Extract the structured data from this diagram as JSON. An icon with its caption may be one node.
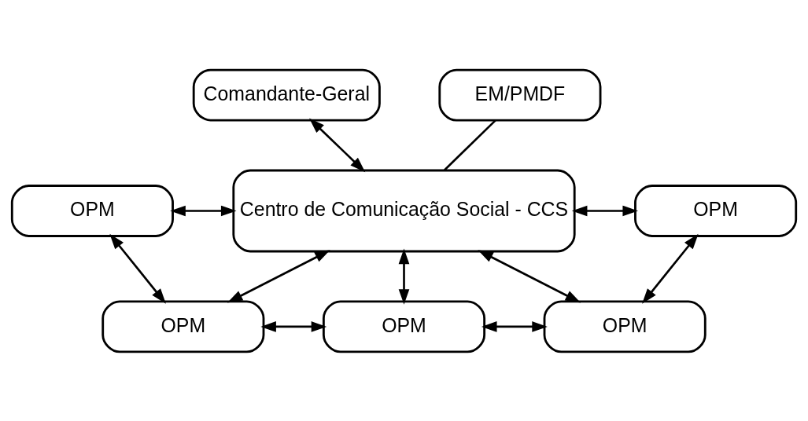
{
  "diagram": {
    "nodes": [
      {
        "text": [
          "Comandante-Geral"
        ]
      },
      {
        "text": [
          "EM/PMDF"
        ]
      },
      {
        "text": [
          "OPM"
        ]
      },
      {
        "text": [
          "Centro de Comunicação Social - CCS"
        ]
      },
      {
        "text": [
          "OPM"
        ]
      },
      {
        "text": [
          "OPM"
        ]
      },
      {
        "text": [
          "OPM"
        ]
      },
      {
        "text": [
          "OPM"
        ]
      }
    ],
    "edges": [
      {
        "from": 0,
        "to": 3,
        "arrow": "both"
      },
      {
        "from": 1,
        "to": 3,
        "arrow": "none"
      },
      {
        "from": 2,
        "to": 3,
        "arrow": "both"
      },
      {
        "from": 3,
        "to": 4,
        "arrow": "both"
      },
      {
        "from": 2,
        "to": 5,
        "arrow": "both"
      },
      {
        "from": 5,
        "to": 3,
        "arrow": "both"
      },
      {
        "from": 3,
        "to": 6,
        "arrow": "both"
      },
      {
        "from": 3,
        "to": 7,
        "arrow": "both"
      },
      {
        "from": 4,
        "to": 7,
        "arrow": "both"
      },
      {
        "from": 5,
        "to": 6,
        "arrow": "both"
      },
      {
        "from": 6,
        "to": 7,
        "arrow": "both"
      }
    ]
  }
}
